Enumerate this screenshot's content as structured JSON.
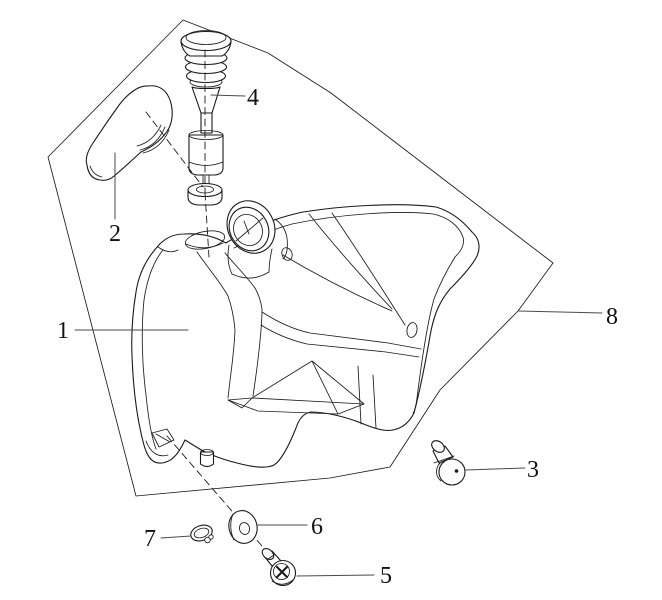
{
  "figure": {
    "background": "#ffffff",
    "line_color": "#1a1a1a",
    "leader_color": "#4a4a4a"
  },
  "callouts": {
    "c1": "1",
    "c2": "2",
    "c3": "3",
    "c4": "4",
    "c5": "5",
    "c6": "6",
    "c7": "7",
    "c8": "8"
  }
}
